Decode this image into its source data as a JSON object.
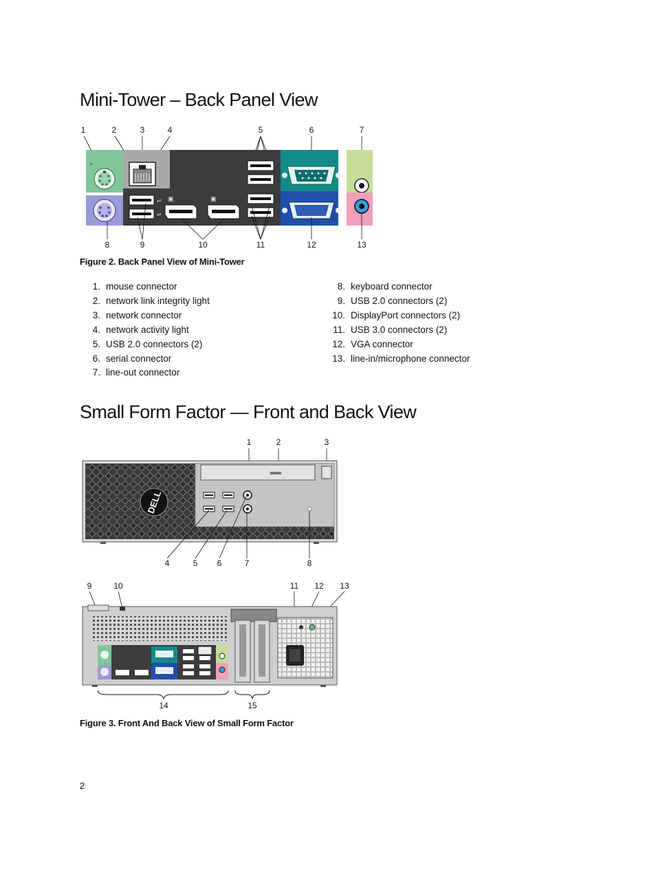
{
  "section1": {
    "title": "Mini-Tower – Back Panel View",
    "callouts_top": [
      "1",
      "2",
      "3",
      "4",
      "5",
      "6",
      "7"
    ],
    "callouts_bottom": [
      "8",
      "9",
      "10",
      "11",
      "12",
      "13"
    ],
    "caption": "Figure 2. Back Panel View of Mini-Tower",
    "legend_left": [
      {
        "num": "1.",
        "label": "mouse connector"
      },
      {
        "num": "2.",
        "label": "network link integrity light"
      },
      {
        "num": "3.",
        "label": "network connector"
      },
      {
        "num": "4.",
        "label": "network activity light"
      },
      {
        "num": "5.",
        "label": "USB 2.0 connectors (2)"
      },
      {
        "num": "6.",
        "label": "serial connector"
      },
      {
        "num": "7.",
        "label": "line-out connector"
      }
    ],
    "legend_right": [
      {
        "num": "8.",
        "label": "keyboard connector"
      },
      {
        "num": "9.",
        "label": "USB 2.0 connectors (2)"
      },
      {
        "num": "10.",
        "label": "DisplayPort connectors (2)"
      },
      {
        "num": "11.",
        "label": "USB 3.0 connectors (2)"
      },
      {
        "num": "12.",
        "label": "VGA connector"
      },
      {
        "num": "13.",
        "label": "line-in/microphone connector"
      }
    ]
  },
  "section2": {
    "title": "Small Form Factor — Front and Back View",
    "front_callouts_top": [
      "1",
      "2",
      "3"
    ],
    "front_callouts_bottom": [
      "4",
      "5",
      "6",
      "7",
      "8"
    ],
    "back_callouts_top": [
      "9",
      "10",
      "11",
      "12",
      "13"
    ],
    "back_callouts_bottom": [
      "14",
      "15"
    ],
    "brand_logo": "DELL",
    "caption": "Figure 3. Front And Back View of Small Form Factor"
  },
  "page_number": "2",
  "colors": {
    "mouse_port": "#7fc79a",
    "keyboard_port": "#9a9ad8",
    "serial_port": "#138a8a",
    "vga_port": "#1f4fa8",
    "lineout_port": "#c6dd9a",
    "linein_port": "#f0a0b8",
    "panel_dark": "#3c3c3e"
  }
}
